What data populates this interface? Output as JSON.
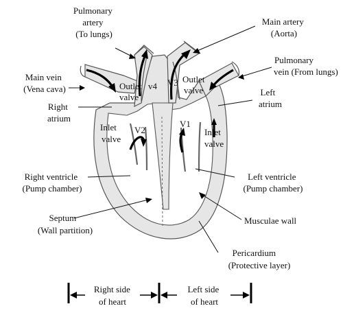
{
  "labels": {
    "pulmonary_artery": [
      "Pulmonary",
      "artery",
      "(To lungs)"
    ],
    "main_artery": [
      "Main artery",
      "(Aorta)"
    ],
    "main_vein": [
      "Main vein",
      "(Vena cava)"
    ],
    "pulmonary_vein": [
      "Pulmonary",
      "vein (From lungs)"
    ],
    "right_atrium": [
      "Right",
      "atrium"
    ],
    "left_atrium": [
      "Left",
      "atrium"
    ],
    "outlet_valve_right": [
      "Outlet",
      "valve"
    ],
    "outlet_valve_left": [
      "Outlet",
      "valve"
    ],
    "inlet_valve_right": [
      "Inlet",
      "valve"
    ],
    "inlet_valve_left": [
      "Inlet",
      "valve"
    ],
    "right_ventricle": [
      "Right ventricle",
      "(Pump chamber)"
    ],
    "left_ventricle": [
      "Left ventricle",
      "(Pump chamber)"
    ],
    "septum": [
      "Septum",
      "(Wall partition)"
    ],
    "muscular_wall": [
      "Musculae wall"
    ],
    "pericardium": [
      "Pericardium",
      "(Protective layer)"
    ],
    "valve_v1": "V1",
    "valve_v2": "V2",
    "valve_v3": "V3",
    "valve_v4": "v4",
    "right_side": [
      "Right side",
      "of heart"
    ],
    "left_side": [
      "Left side",
      "of heart"
    ]
  }
}
